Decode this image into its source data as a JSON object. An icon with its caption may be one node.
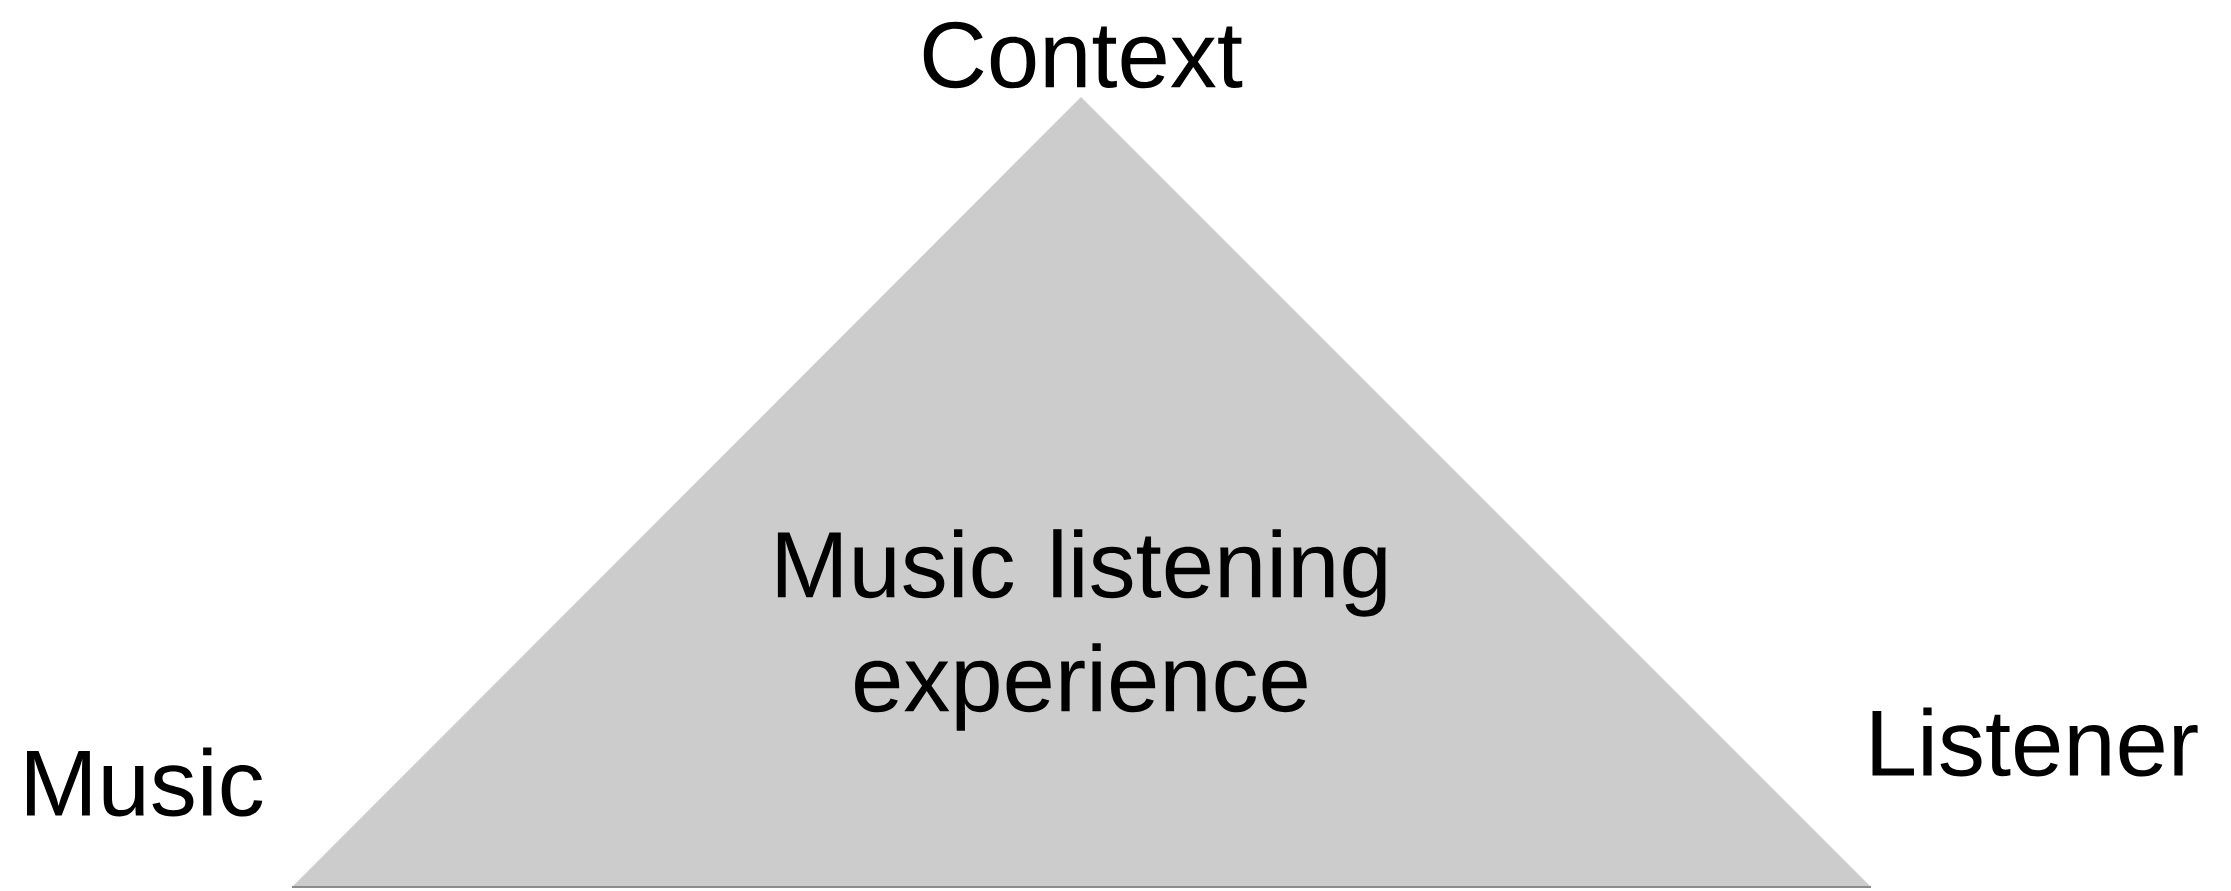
{
  "diagram": {
    "nodes": [
      {
        "text": [
          "Music listening experience"
        ],
        "beside": [
          "Context",
          "Music",
          "Listener"
        ]
      }
    ]
  }
}
